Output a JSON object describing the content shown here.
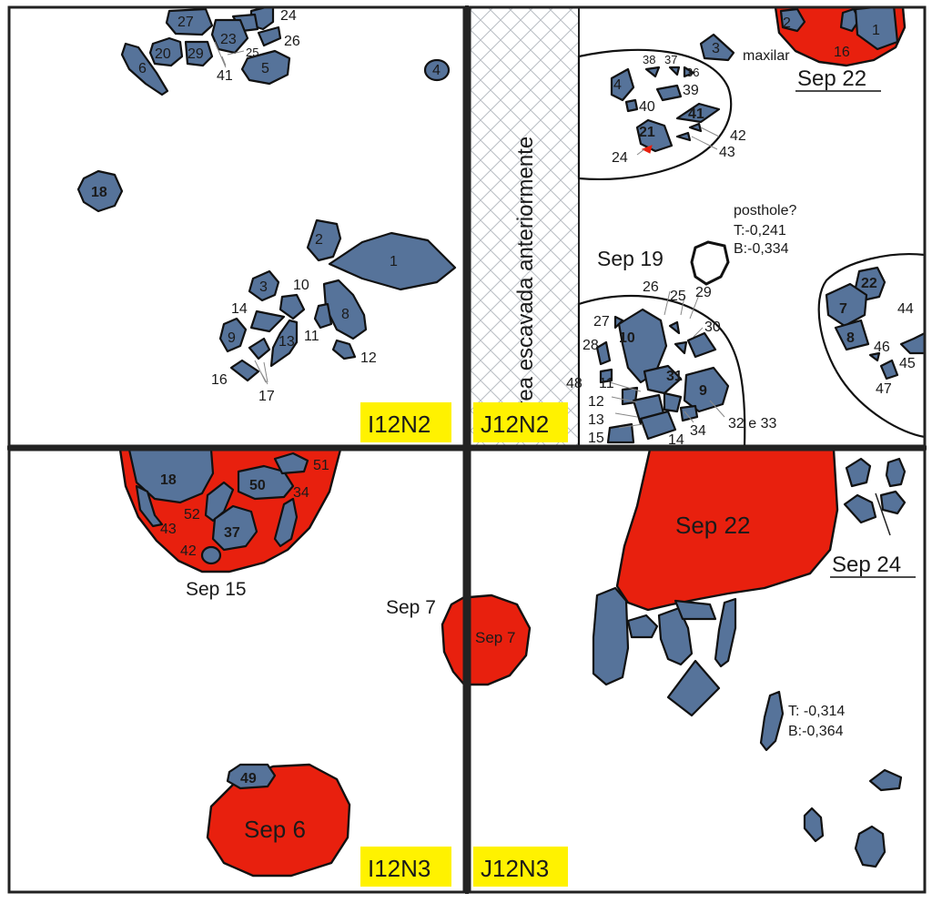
{
  "quadrants": {
    "q1": "I12N2",
    "q2": "J12N2",
    "q3": "I12N3",
    "q4": "J12N3"
  },
  "excavated_area": "área escavada anteriormente",
  "labels": {
    "maxilar": "maxilar",
    "posthole": "posthole?",
    "posthole_top": "T:-0,241",
    "posthole_base": "B:-0,334",
    "depth_top": "T: -0,314",
    "depth_base": "B:-0,364"
  },
  "burials": {
    "sep22_j12n2": "Sep 22",
    "sep19": "Sep 19",
    "sep15": "Sep 15",
    "sep7_outer": "Sep 7",
    "sep7_inner": "Sep 7",
    "sep6": "Sep 6",
    "sep22_j12n3": "Sep 22",
    "sep24": "Sep 24"
  },
  "bones_i12n2": {
    "b27": "27",
    "b24": "24",
    "b26": "26",
    "b23": "23",
    "b25": "25",
    "b20": "20",
    "b29": "29",
    "b6": "6",
    "b5": "5",
    "b41": "41",
    "b4": "4",
    "b18": "18",
    "b2": "2",
    "b1": "1",
    "b3": "3",
    "b10": "10",
    "b14": "14",
    "b8": "8",
    "b11": "11",
    "b9": "9",
    "b13": "13",
    "b12": "12",
    "b16": "16",
    "b17": "17"
  },
  "bones_j12n2": {
    "b2": "2",
    "b16": "16",
    "b1": "1",
    "b3": "3",
    "b38": "38",
    "b37": "37",
    "b36": "36",
    "b4": "4",
    "b39": "39",
    "b40": "40",
    "b41": "41",
    "b21": "21",
    "b42": "42",
    "b43": "43",
    "b24": "24",
    "b26": "26",
    "b25": "25",
    "b29": "29",
    "b27": "27",
    "b30": "30",
    "b28": "28",
    "b10": "10",
    "b48": "48",
    "b11": "11",
    "b31": "31",
    "b9": "9",
    "b12": "12",
    "b13": "13",
    "b15": "15",
    "b14": "14",
    "b34": "34",
    "b32e33": "32 e 33",
    "b22": "22",
    "b7": "7",
    "b44": "44",
    "b8": "8",
    "b46": "46",
    "b45": "45",
    "b47": "47"
  },
  "bones_i12n3": {
    "b18": "18",
    "b50": "50",
    "b51": "51",
    "b34": "34",
    "b52": "52",
    "b43": "43",
    "b37": "37",
    "b42": "42",
    "b49": "49"
  }
}
